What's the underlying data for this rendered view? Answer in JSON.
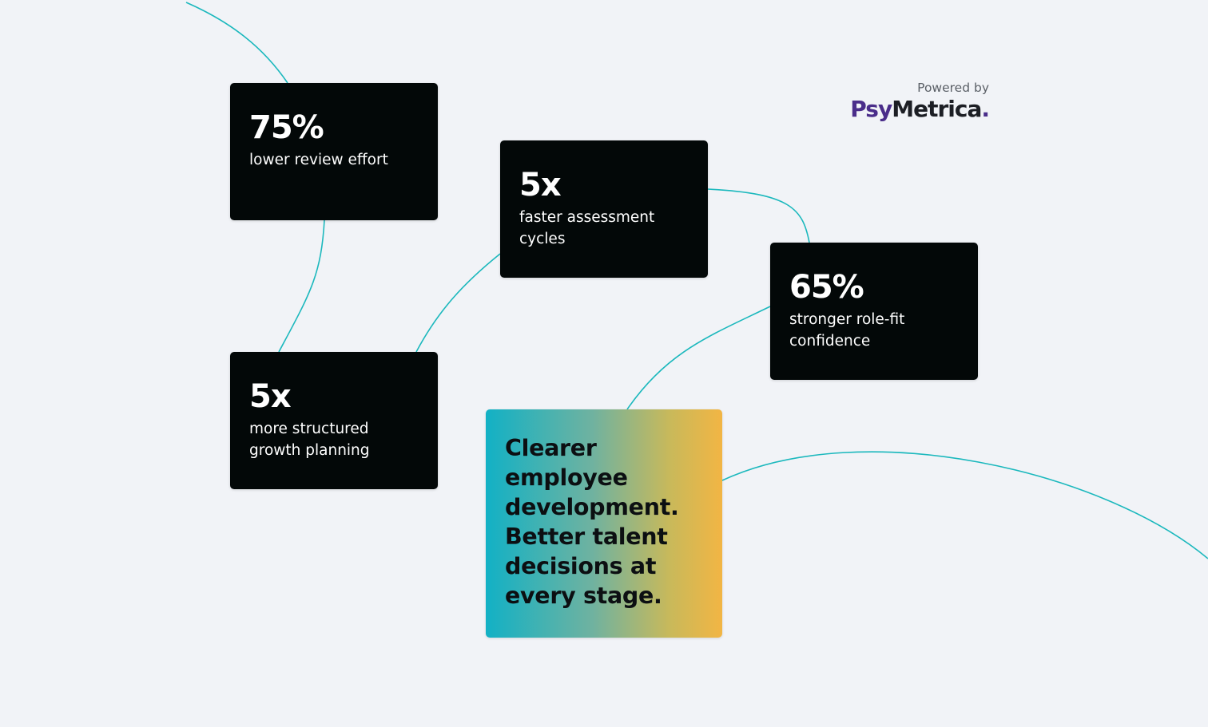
{
  "theme": {
    "background": "#f1f3f7",
    "card_background": "#030808",
    "card_text": "#ffffff",
    "connector_color": "#1bb8bd",
    "gradient_start": "#12b1c5",
    "gradient_end": "#f2b544",
    "brand_purple": "#4a2d8a"
  },
  "stats": [
    {
      "value": "75%",
      "label": "lower review effort"
    },
    {
      "value": "5x",
      "label": "faster assessment cycles"
    },
    {
      "value": "5x",
      "label": "more structured growth planning"
    },
    {
      "value": "65%",
      "label": "stronger role-fit confidence"
    }
  ],
  "headline": "Clearer employee development. Better talent decisions at every stage.",
  "brand": {
    "powered_by": "Powered by",
    "logo_part1": "Psy",
    "logo_part2": "Metrica",
    "logo_dot": "."
  }
}
